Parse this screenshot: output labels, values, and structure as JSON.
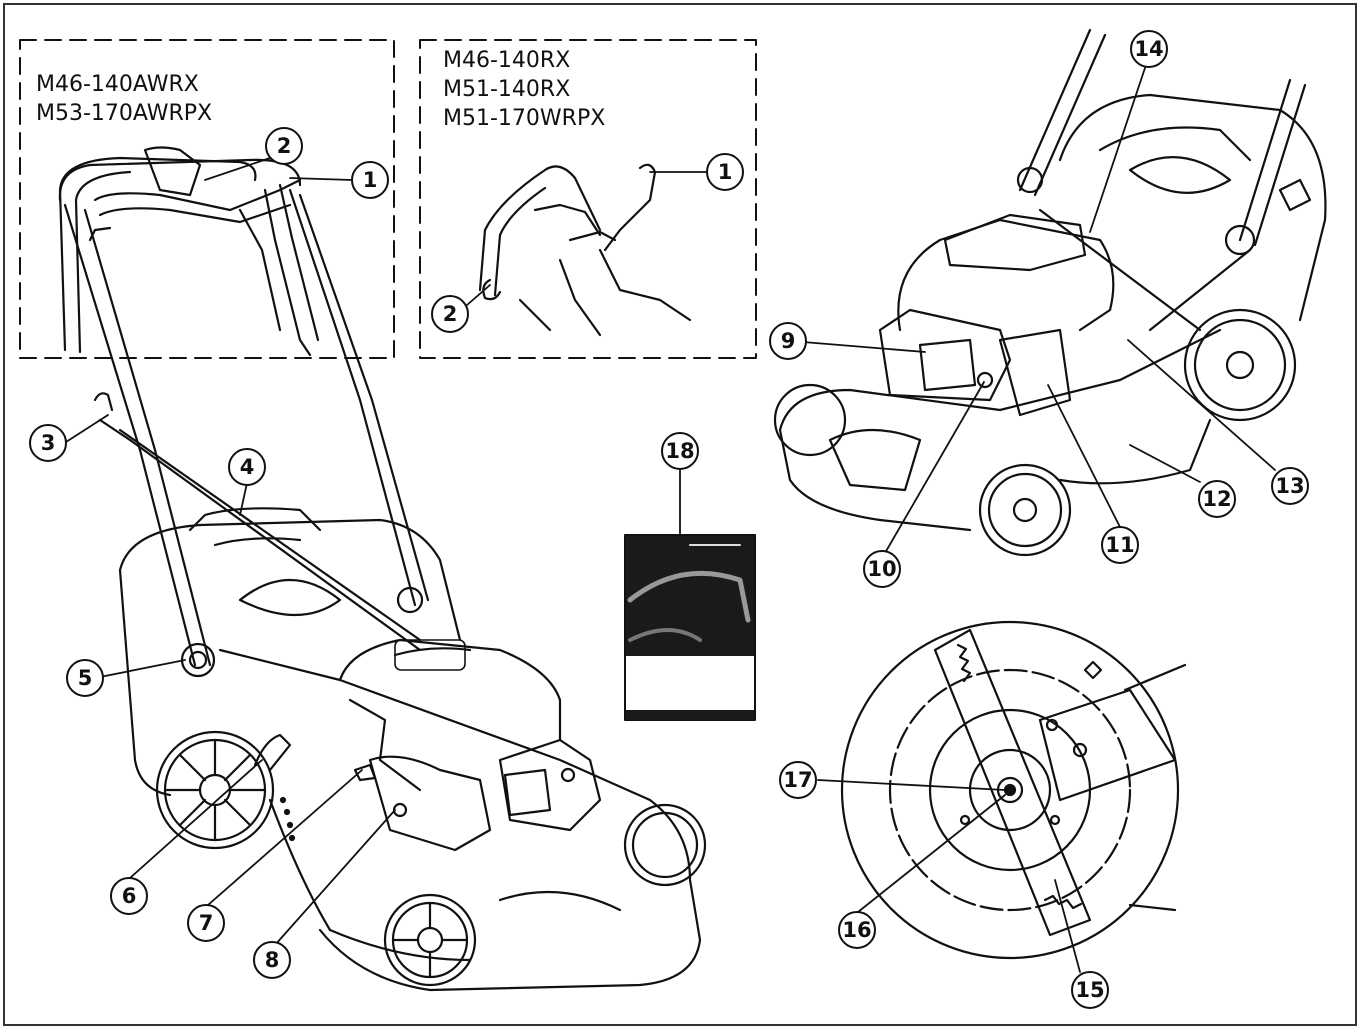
{
  "models_left": [
    "M46-140AWRX",
    "M53-170AWRPX"
  ],
  "models_right": [
    "M46-140RX",
    "M51-140RX",
    "M51-170WRPX"
  ],
  "callouts": {
    "c1a": "1",
    "c2a": "2",
    "c1b": "1",
    "c2b": "2",
    "c3": "3",
    "c4": "4",
    "c5": "5",
    "c6": "6",
    "c7": "7",
    "c8": "8",
    "c9": "9",
    "c10": "10",
    "c11": "11",
    "c12": "12",
    "c13": "13",
    "c14": "14",
    "c15": "15",
    "c16": "16",
    "c17": "17",
    "c18": "18"
  }
}
